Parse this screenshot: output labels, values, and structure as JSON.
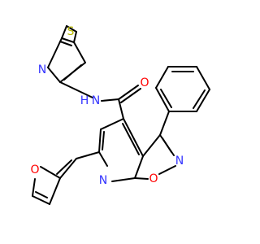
{
  "colors": {
    "bond": "#000000",
    "N": "#3333ff",
    "O": "#ff0000",
    "S": "#b8b800",
    "background": "#ffffff"
  },
  "atom_labels": {
    "S_thiazole": "S",
    "N_thiazole": "N",
    "N_amide": "N",
    "H_amide": "H",
    "O_carbonyl": "O",
    "N_isoxazole": "N",
    "O_isoxazole": "O",
    "N_pyridine": "N",
    "O_furan": "O"
  }
}
